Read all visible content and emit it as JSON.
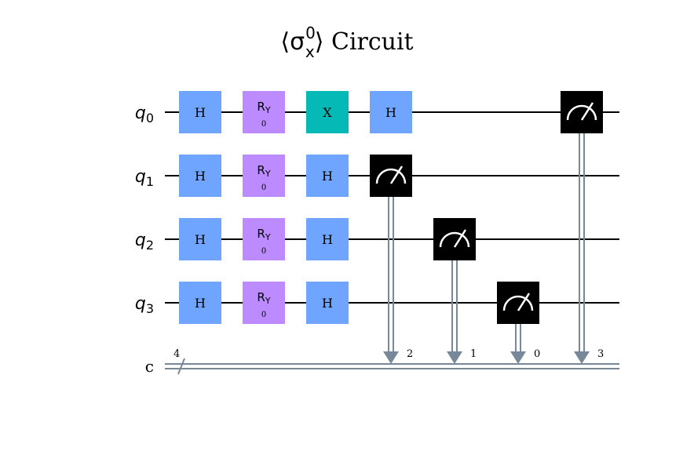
{
  "title": {
    "open": "⟨",
    "sigma": "σ",
    "superscript": "0",
    "subscript": "x",
    "close": "⟩",
    "rest": " Circuit"
  },
  "qubits": [
    {
      "letter": "q",
      "index": "0"
    },
    {
      "letter": "q",
      "index": "1"
    },
    {
      "letter": "q",
      "index": "2"
    },
    {
      "letter": "q",
      "index": "3"
    }
  ],
  "classical": {
    "label": "c",
    "width": "4"
  },
  "gates": [
    {
      "wire": 0,
      "column": 0,
      "type": "H",
      "label": "H",
      "color": "#6fa4ff"
    },
    {
      "wire": 1,
      "column": 0,
      "type": "H",
      "label": "H",
      "color": "#6fa4ff"
    },
    {
      "wire": 2,
      "column": 0,
      "type": "H",
      "label": "H",
      "color": "#6fa4ff"
    },
    {
      "wire": 3,
      "column": 0,
      "type": "H",
      "label": "H",
      "color": "#6fa4ff"
    },
    {
      "wire": 0,
      "column": 1,
      "type": "RY",
      "label": "R",
      "sub": "Y",
      "param": "0",
      "color": "#bb8bff"
    },
    {
      "wire": 1,
      "column": 1,
      "type": "RY",
      "label": "R",
      "sub": "Y",
      "param": "0",
      "color": "#bb8bff"
    },
    {
      "wire": 2,
      "column": 1,
      "type": "RY",
      "label": "R",
      "sub": "Y",
      "param": "0",
      "color": "#bb8bff"
    },
    {
      "wire": 3,
      "column": 1,
      "type": "RY",
      "label": "R",
      "sub": "Y",
      "param": "0",
      "color": "#bb8bff"
    },
    {
      "wire": 0,
      "column": 2,
      "type": "X",
      "label": "X",
      "color": "#05bab6"
    },
    {
      "wire": 1,
      "column": 2,
      "type": "H",
      "label": "H",
      "color": "#6fa4ff"
    },
    {
      "wire": 2,
      "column": 2,
      "type": "H",
      "label": "H",
      "color": "#6fa4ff"
    },
    {
      "wire": 3,
      "column": 2,
      "type": "H",
      "label": "H",
      "color": "#6fa4ff"
    },
    {
      "wire": 0,
      "column": 3,
      "type": "H",
      "label": "H",
      "color": "#6fa4ff"
    }
  ],
  "measurements": [
    {
      "wire": 1,
      "column": 3,
      "clbit": "2"
    },
    {
      "wire": 2,
      "column": 4,
      "clbit": "1"
    },
    {
      "wire": 3,
      "column": 5,
      "clbit": "0"
    },
    {
      "wire": 0,
      "column": 6,
      "clbit": "3"
    }
  ],
  "colors": {
    "wire": "#000000",
    "classical_wire": "#778899",
    "measure_box": "#000000",
    "measure_symbol": "#ffffff"
  }
}
